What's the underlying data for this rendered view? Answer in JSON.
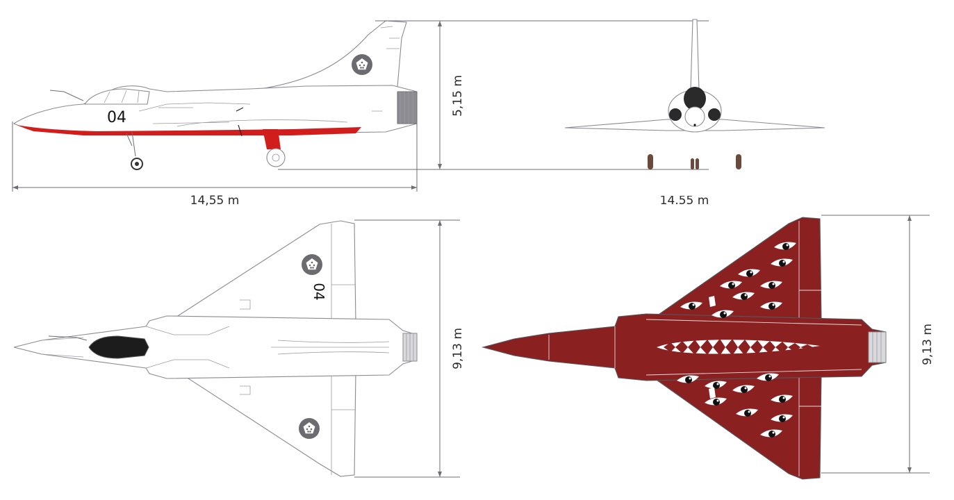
{
  "dimensions": {
    "side_length": "14,55 m",
    "side_height": "5,15 m",
    "front_length": "14,55 m",
    "top_span": "9,13 m",
    "bottom_span": "9,13 m"
  },
  "markings": {
    "side_number": "04",
    "top_number": "04"
  },
  "colors": {
    "red_trim": "#d21d1d",
    "underside_red": "#8b2021",
    "outline": "#8a8a92",
    "dimension_line": "#6e6e74"
  }
}
